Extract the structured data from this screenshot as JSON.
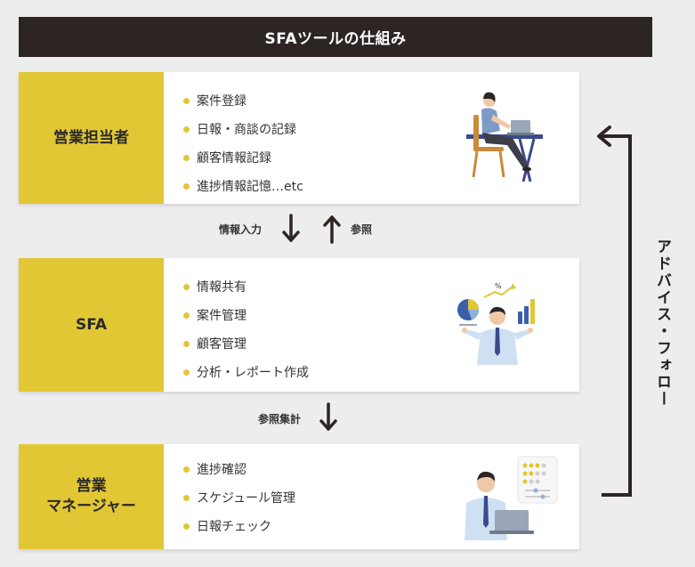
{
  "title": "SFAツールの仕組み",
  "cards": [
    {
      "role": "営業担当者",
      "items": [
        "案件登録",
        "日報・商談の記録",
        "顧客情報記録",
        "進捗情報記憶…etc"
      ]
    },
    {
      "role": "SFA",
      "items": [
        "情報共有",
        "案件管理",
        "顧客管理",
        "分析・レポート作成"
      ]
    },
    {
      "role_line1": "営業",
      "role_line2": "マネージャー",
      "items": [
        "進捗確認",
        "スケジュール管理",
        "日報チェック"
      ]
    }
  ],
  "flows": {
    "down1": "情報入力",
    "up1": "参照",
    "down2": "参照集計"
  },
  "side_label": "アドバイス・フォロー",
  "colors": {
    "accent": "#e2c735",
    "title_bg": "#2d2523",
    "arrow": "#2d2523"
  },
  "icons": [
    "woman-at-laptop-illustration",
    "man-with-charts-illustration",
    "manager-at-laptop-illustration"
  ]
}
